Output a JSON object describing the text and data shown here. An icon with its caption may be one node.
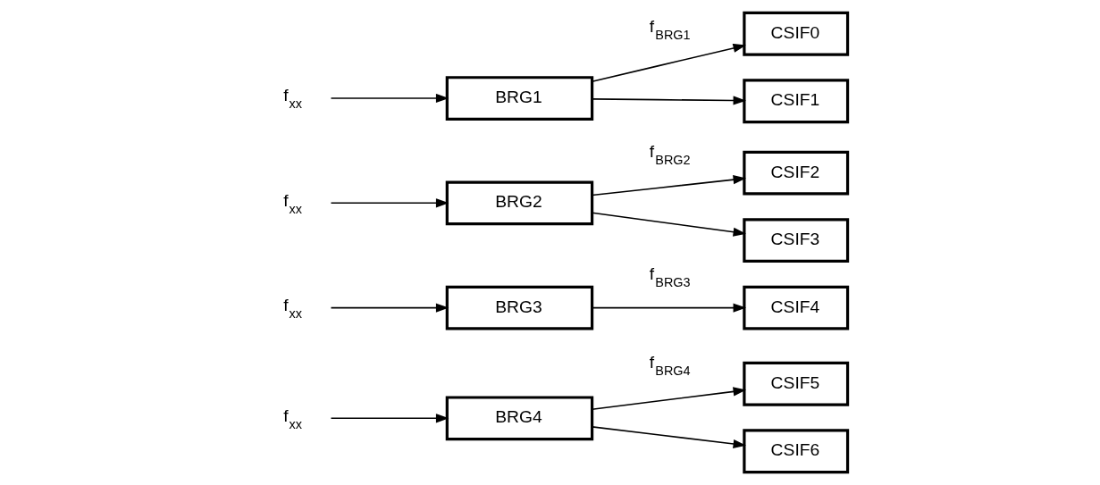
{
  "diagram": {
    "nodes": [
      {
        "text": [
          "f$_{xx}$"
        ]
      },
      {
        "text": [
          "BRG1"
        ]
      },
      {
        "text": [
          "CSIF0"
        ]
      },
      {
        "text": [
          "CSIF1"
        ]
      },
      {
        "text": [
          "f$_{xx}$"
        ]
      },
      {
        "text": [
          "BRG2"
        ]
      },
      {
        "text": [
          "CSIF2"
        ]
      },
      {
        "text": [
          "CSIF3"
        ]
      },
      {
        "text": [
          "f$_{xx}$"
        ]
      },
      {
        "text": [
          "BRG3"
        ]
      },
      {
        "text": [
          "CSIF4"
        ]
      },
      {
        "text": [
          "f$_{xx}$"
        ]
      },
      {
        "text": [
          "BRG4"
        ]
      },
      {
        "text": [
          "CSIF5"
        ]
      },
      {
        "text": [
          "CSIF6"
        ]
      }
    ],
    "edges": [
      {
        "from": 0,
        "to": 1,
        "arrow": "to"
      },
      {
        "from": 1,
        "to": 2,
        "arrow": "to",
        "label": "f$_{BRG1}$"
      },
      {
        "from": 1,
        "to": 3,
        "arrow": "to"
      },
      {
        "from": 4,
        "to": 5,
        "arrow": "to"
      },
      {
        "from": 5,
        "to": 6,
        "arrow": "to",
        "label": "f$_{BRG2}$"
      },
      {
        "from": 5,
        "to": 7,
        "arrow": "to"
      },
      {
        "from": 8,
        "to": 9,
        "arrow": "to"
      },
      {
        "from": 9,
        "to": 10,
        "arrow": "to",
        "label": "f$_{BRG3}$"
      },
      {
        "from": 11,
        "to": 12,
        "arrow": "to"
      },
      {
        "from": 12,
        "to": 13,
        "arrow": "to",
        "label": "f$_{BRG4}$"
      },
      {
        "from": 12,
        "to": 14,
        "arrow": "to"
      }
    ]
  }
}
